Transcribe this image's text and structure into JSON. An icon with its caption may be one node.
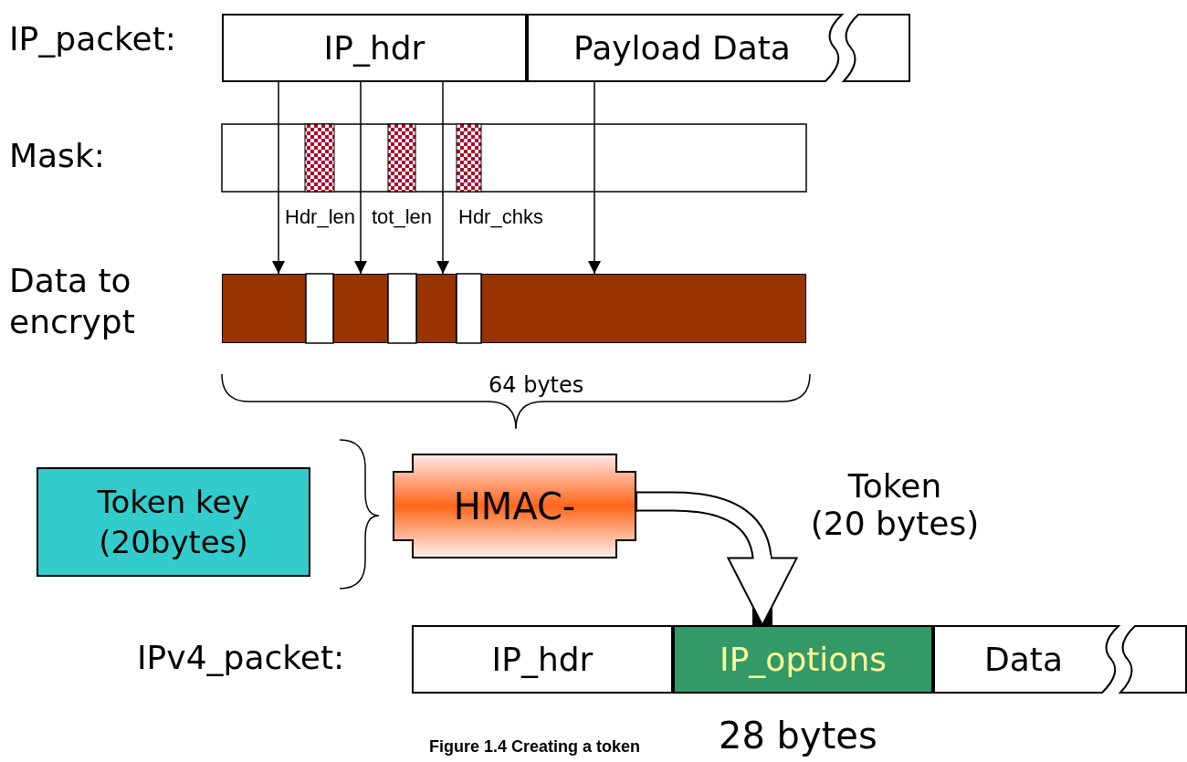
{
  "diagram": {
    "caption": "Figure 1.4 Creating a token",
    "nodes": [
      {
        "text": [
          "IP_hdr"
        ]
      },
      {
        "text": [
          "Payload Data"
        ]
      },
      {
        "text": [],
        "shape": "bar"
      },
      {
        "text": [],
        "shape": "bar"
      },
      {
        "text": [],
        "shape": "bar"
      },
      {
        "text": [],
        "shape": "bar"
      },
      {
        "text": [
          "Token key (20bytes)"
        ]
      },
      {
        "text": [
          "HMAC-"
        ]
      },
      {
        "text": [
          "IP_hdr"
        ]
      },
      {
        "text": [
          "IP_options"
        ]
      },
      {
        "text": [
          "Data"
        ]
      }
    ],
    "edges": [
      {
        "from": 0,
        "to": 2,
        "arrow": "to"
      },
      {
        "from": 0,
        "to": 3,
        "arrow": "to"
      },
      {
        "from": 0,
        "to": 4,
        "arrow": "to"
      },
      {
        "from": 1,
        "to": 5,
        "arrow": "to"
      },
      {
        "from": 7,
        "to": 9,
        "arrow": "to",
        "label": "Token (20 bytes)",
        "style": "thick"
      }
    ],
    "labels": [
      "IP_packet:",
      "Mask:",
      "Hdr_len",
      "tot_len",
      "Hdr_chks",
      "Data to encrypt",
      "64 bytes",
      "IPv4_packet:",
      "28 bytes"
    ]
  }
}
